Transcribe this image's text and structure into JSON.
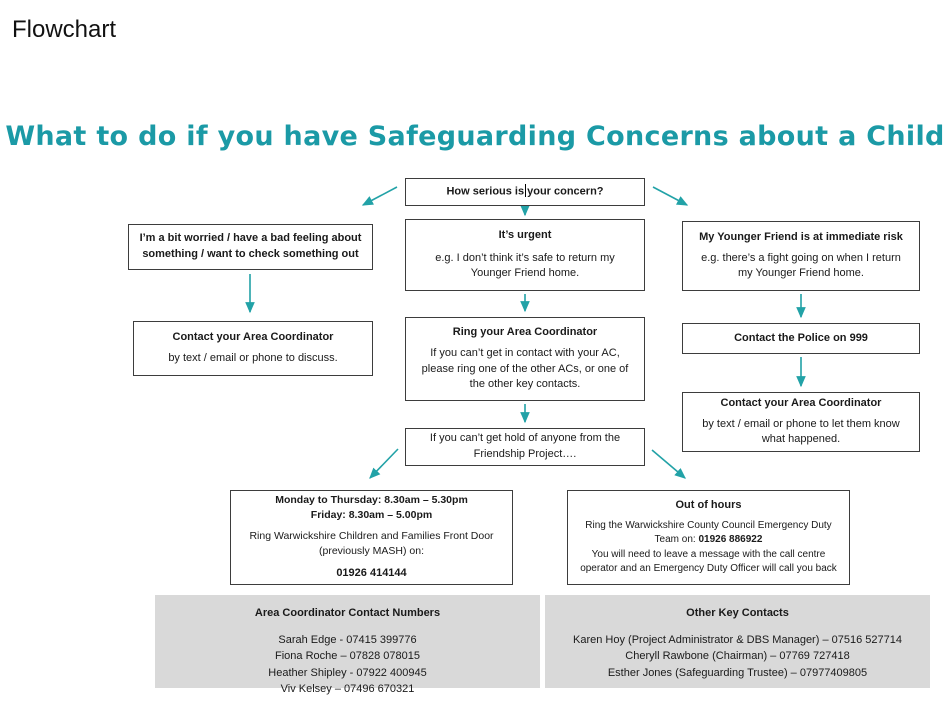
{
  "page": {
    "corner_label": "Flowchart"
  },
  "title": {
    "text": "What to do if you have Safeguarding Concerns about a Child",
    "color": "#1b9aa6"
  },
  "flowchart": {
    "root": {
      "text_before_cursor": "How serious is",
      "text_after_cursor": "your concern?",
      "has_text_cursor": true
    },
    "left_branch": {
      "concern": {
        "heading": "I’m a bit worried / have a bad feeling about something / want to check something out"
      },
      "action": {
        "heading": "Contact your Area Coordinator",
        "body": "by text / email or phone to discuss."
      }
    },
    "middle_branch": {
      "concern": {
        "heading": "It’s urgent",
        "body": "e.g. I don’t think it’s safe to return my Younger Friend home."
      },
      "action": {
        "heading": "Ring your Area Coordinator",
        "body": "If you can’t get in contact with your AC, please ring one of the other ACs, or one of the other key contacts."
      },
      "fallback": {
        "body": "If you can’t get hold of anyone from the Friendship Project…."
      }
    },
    "right_branch": {
      "concern": {
        "heading": "My Younger Friend is at immediate risk",
        "body": "e.g. there’s a fight going on when I return my Younger Friend home."
      },
      "police": {
        "heading": "Contact the Police on 999"
      },
      "action": {
        "heading": "Contact your Area Coordinator",
        "body": "by text / email or phone to let them know what happened."
      }
    },
    "office_hours": {
      "line1": "Monday to Thursday: 8.30am – 5.30pm",
      "line2": "Friday: 8.30am – 5.00pm",
      "body": "Ring Warwickshire Children and Families Front Door (previously MASH) on:",
      "phone": "01926 414144"
    },
    "out_of_hours": {
      "heading": "Out of hours",
      "body1": "Ring the Warwickshire County Council Emergency Duty Team on:",
      "phone": "01926 886922",
      "body2": "You will need to leave a message with the call centre operator and an Emergency Duty Officer will call you back"
    }
  },
  "contacts": {
    "area_coordinators": {
      "heading": "Area Coordinator Contact Numbers",
      "entries": [
        "Sarah Edge - 07415 399776",
        "Fiona Roche – 07828 078015",
        "Heather Shipley - 07922 400945",
        "Viv Kelsey – 07496 670321"
      ]
    },
    "other_key": {
      "heading": "Other Key Contacts",
      "entries": [
        "Karen Hoy (Project Administrator & DBS Manager) – 07516 527714",
        "Cheryll Rawbone (Chairman) – 07769 727418",
        "Esther Jones (Safeguarding Trustee)  – 07977409805"
      ]
    }
  },
  "colors": {
    "accent_teal": "#22a2a7",
    "panel_gray": "#d9d9d9",
    "box_border": "#3d3d3d"
  }
}
